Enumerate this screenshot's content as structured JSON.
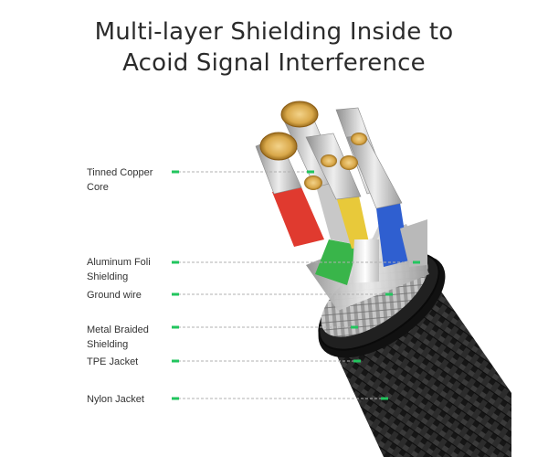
{
  "title": {
    "line1": "Multi-layer Shielding Inside to",
    "line2": "Acoid Signal Interference"
  },
  "labels": [
    {
      "id": "tinned-copper-core",
      "line1": "Tinned Copper",
      "line2": "Core"
    },
    {
      "id": "aluminum-foli-shielding",
      "line1": "Aluminum Foli",
      "line2": "Shielding"
    },
    {
      "id": "ground-wire",
      "line1": "Ground wire",
      "line2": ""
    },
    {
      "id": "metal-braided-shielding",
      "line1": "Metal Braided",
      "line2": "Shielding"
    },
    {
      "id": "tpe-jacket",
      "line1": "TPE Jacket",
      "line2": ""
    },
    {
      "id": "nylon-jacket",
      "line1": "Nylon Jacket",
      "line2": ""
    }
  ],
  "colors": {
    "accent": "#22c55e",
    "leader": "#b0b0b0",
    "wire_red": "#e03a2f",
    "wire_green": "#39b54a",
    "wire_yellow": "#e8c93a",
    "wire_white": "#e8e8e8",
    "wire_blue": "#2f5fd0",
    "copper": "#d9a84a",
    "jacket": "#1a1a1a"
  }
}
